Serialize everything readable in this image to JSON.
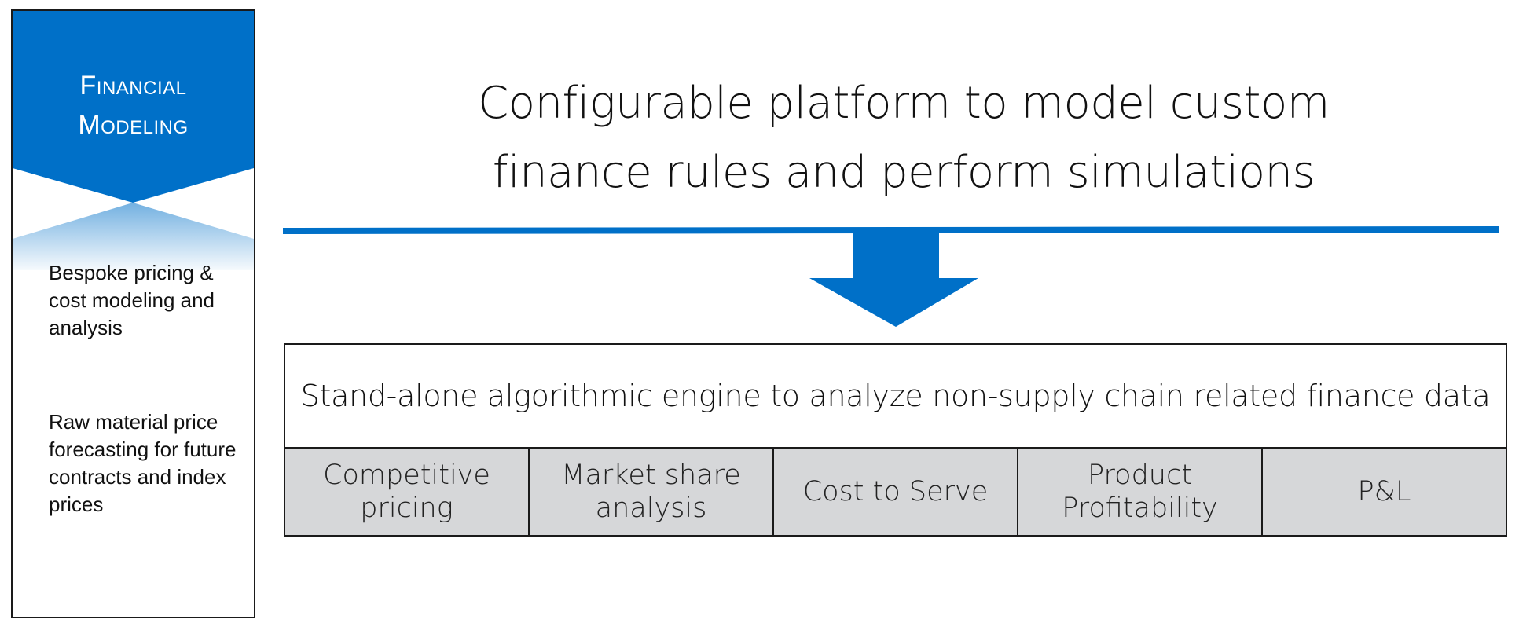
{
  "colors": {
    "accent": "#0070c8",
    "module_fill": "#d6d7d9",
    "border": "#1a1a1a"
  },
  "left_panel": {
    "title_line1": "Financial",
    "title_line2": "Modeling",
    "items": [
      "Bespoke pricing & cost modeling and analysis",
      "Raw material price forecasting for future contracts and index prices"
    ]
  },
  "headline": {
    "line1": "Configurable platform to model custom",
    "line2": "finance rules and perform simulations"
  },
  "engine": {
    "title": "Stand-alone algorithmic engine to analyze non-supply chain related finance data",
    "modules": [
      "Competitive\npricing",
      "Market share\nanalysis",
      "Cost to Serve",
      "Product\nProfitability",
      "P&L"
    ]
  },
  "icons": {
    "down_arrow": "down-arrow-icon"
  }
}
